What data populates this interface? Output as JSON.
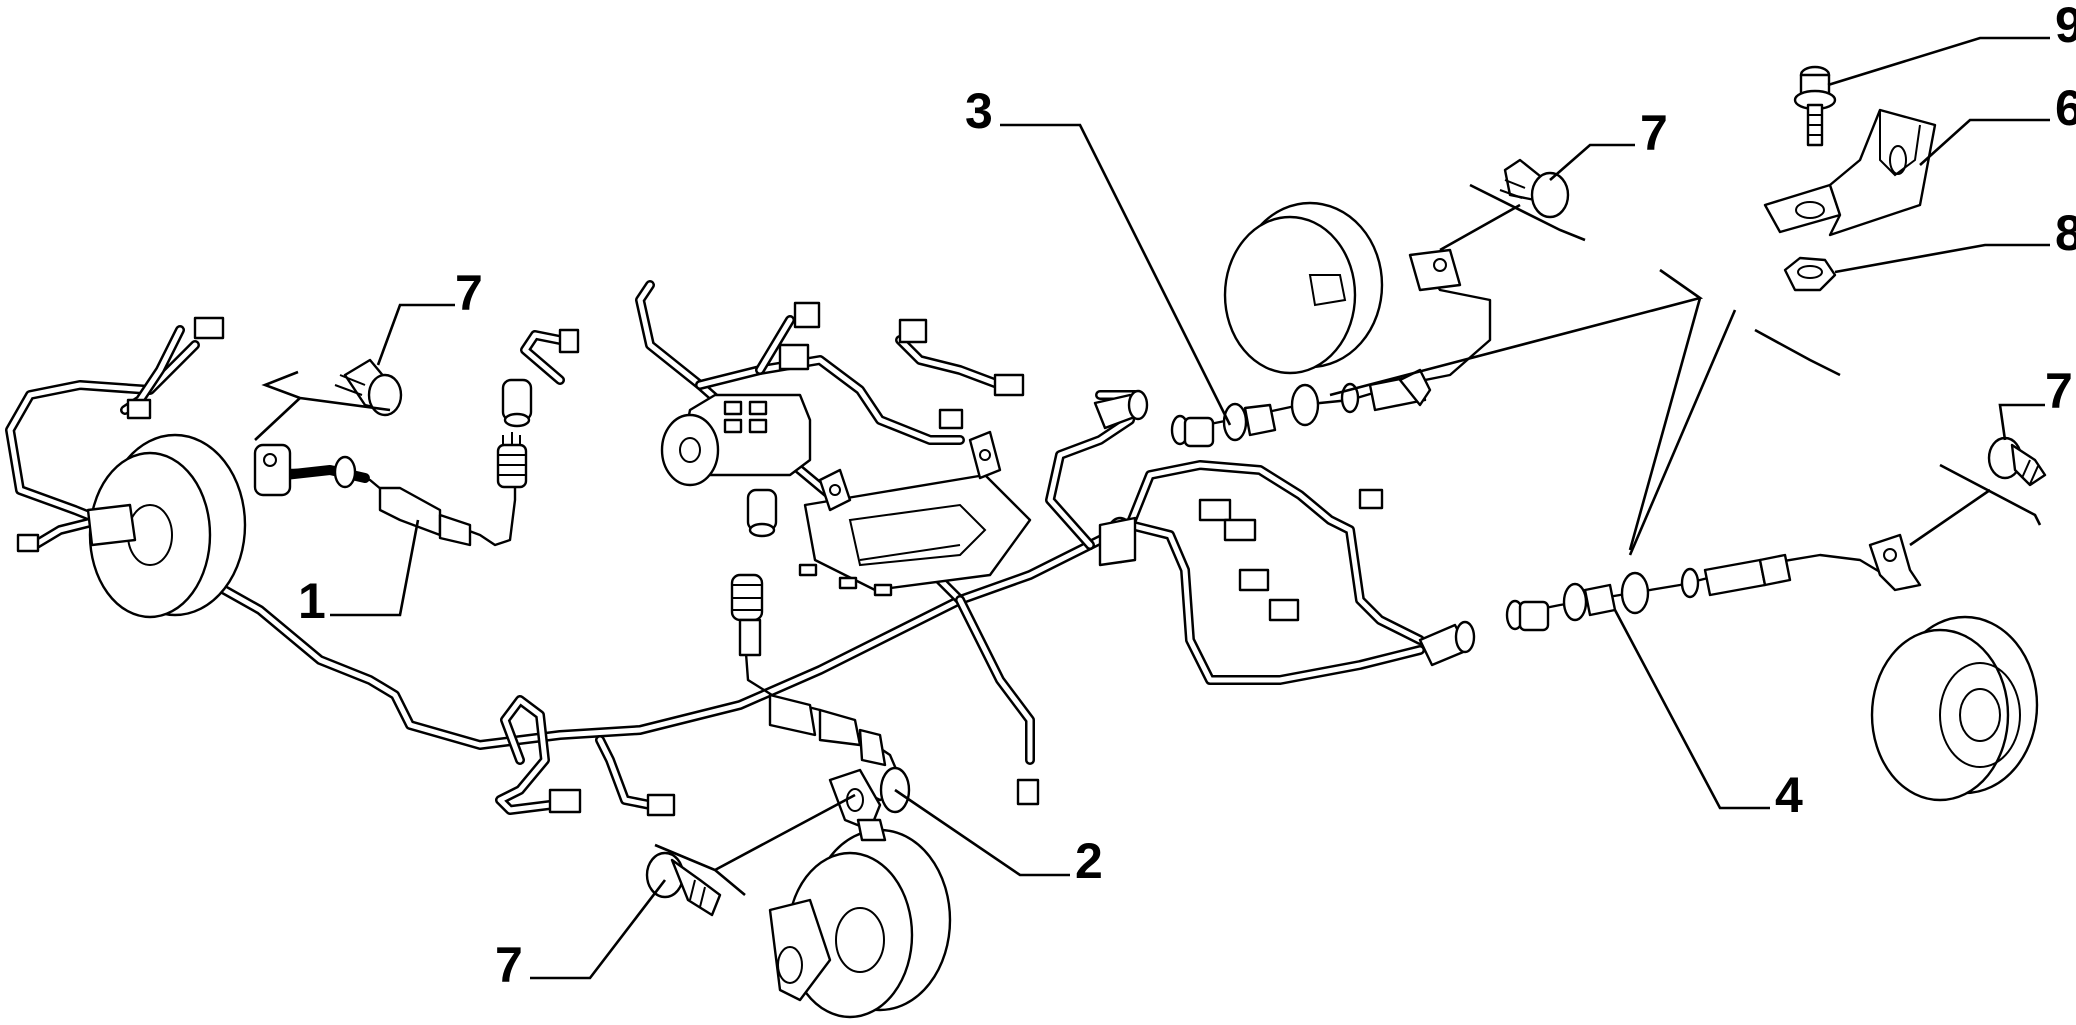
{
  "callouts": [
    {
      "id": "c1",
      "label": "1"
    },
    {
      "id": "c2",
      "label": "2"
    },
    {
      "id": "c3",
      "label": "3"
    },
    {
      "id": "c4",
      "label": "4"
    },
    {
      "id": "c6",
      "label": "6"
    },
    {
      "id": "c7a",
      "label": "7"
    },
    {
      "id": "c7b",
      "label": "7"
    },
    {
      "id": "c7c",
      "label": "7"
    },
    {
      "id": "c7d",
      "label": "7"
    },
    {
      "id": "c8",
      "label": "8"
    },
    {
      "id": "c9",
      "label": "9"
    }
  ],
  "colors": {
    "line": "#000000",
    "background": "#ffffff"
  }
}
